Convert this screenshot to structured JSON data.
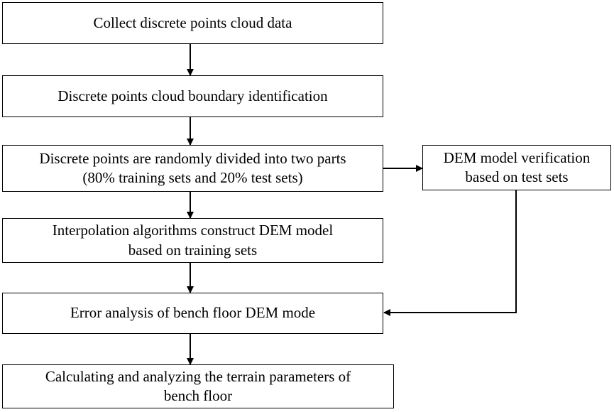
{
  "steps": {
    "collect": "Collect  discrete points cloud data",
    "boundary": "Discrete points cloud boundary identification",
    "divide_line1": "Discrete points are randomly divided into two parts",
    "divide_line2": "(80% training sets and 20% test sets)",
    "interp_line1": "Interpolation algorithms construct DEM model",
    "interp_line2": "based on training sets",
    "error": "Error analysis of  bench floor DEM mode",
    "calc_line1": "Calculating and analyzing the terrain parameters  of",
    "calc_line2": "bench floor",
    "verify_line1": "DEM model verification",
    "verify_line2": "based on test sets"
  }
}
